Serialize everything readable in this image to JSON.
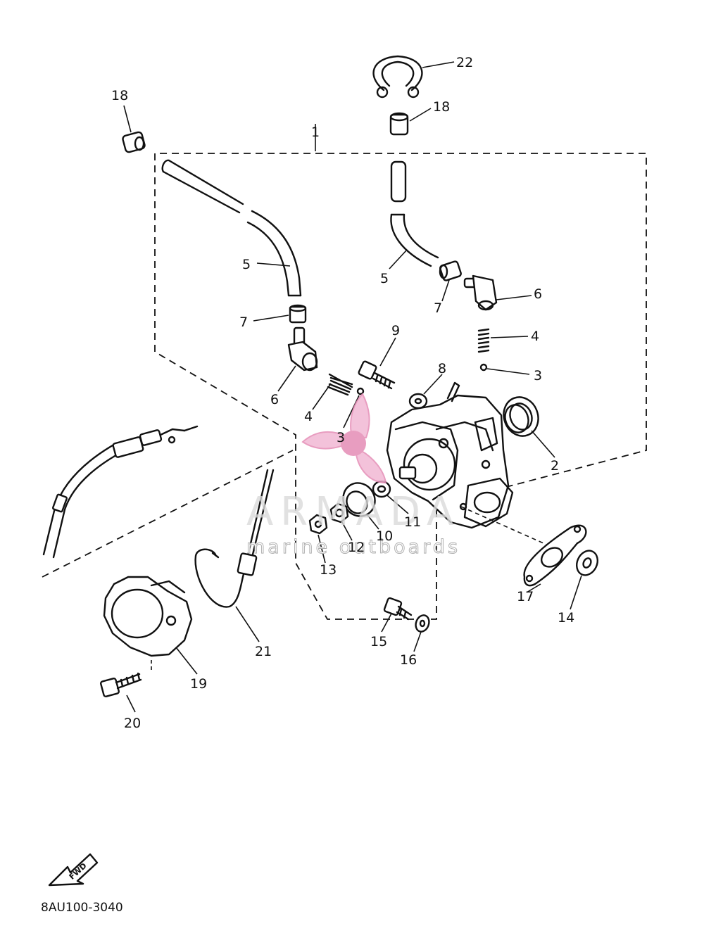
{
  "diagram_code": "8AU100-3040",
  "direction_badge": "FWD",
  "watermark": {
    "brand": "ARMADA",
    "tagline": "marine outboards",
    "colors": {
      "pink": "#f2b8d4",
      "pink_dark": "#e58db6",
      "gray": "#d9d9d9"
    }
  },
  "callouts": {
    "c1": "1",
    "c2": "2",
    "c3a": "3",
    "c3b": "3",
    "c4a": "4",
    "c4b": "4",
    "c5a": "5",
    "c5b": "5",
    "c6a": "6",
    "c6b": "6",
    "c7a": "7",
    "c7b": "7",
    "c8": "8",
    "c9": "9",
    "c10": "10",
    "c11": "11",
    "c12": "12",
    "c13": "13",
    "c14": "14",
    "c15": "15",
    "c16": "16",
    "c17": "17",
    "c18a": "18",
    "c18b": "18",
    "c19": "19",
    "c20": "20",
    "c21": "21",
    "c22": "22"
  }
}
